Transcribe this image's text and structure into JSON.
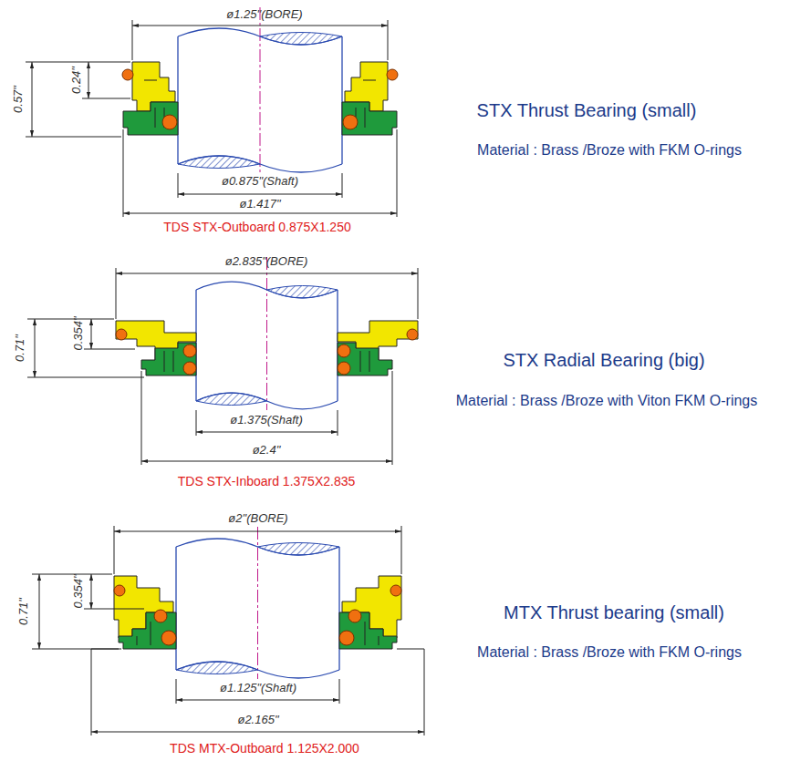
{
  "diagram": {
    "labels": [
      "ø1.25\"(BORE)",
      "0.24\"",
      "0.57\"",
      "ø0.875\"(Shaft)",
      "ø1.417\"",
      "TDS STX-Outboard 0.875X1.250",
      "STX Thrust Bearing (small)",
      "Material : Brass /Broze with FKM O-rings",
      "ø2.835\"(BORE)",
      "0.354\"",
      "0.71\"",
      "ø1.375(Shaft)",
      "ø2.4\"",
      "TDS STX-Inboard 1.375X2.835",
      "STX Radial Bearing (big)",
      "Material : Brass /Broze with Viton FKM O-rings",
      "ø2\"(BORE)",
      "0.354\"",
      "0.71\"",
      "ø1.125\"(Shaft)",
      "ø2.165\"",
      "TDS MTX-Outboard 1.125X2.000",
      "MTX Thrust bearing (small)",
      "Material : Brass /Broze with FKM O-rings"
    ]
  }
}
